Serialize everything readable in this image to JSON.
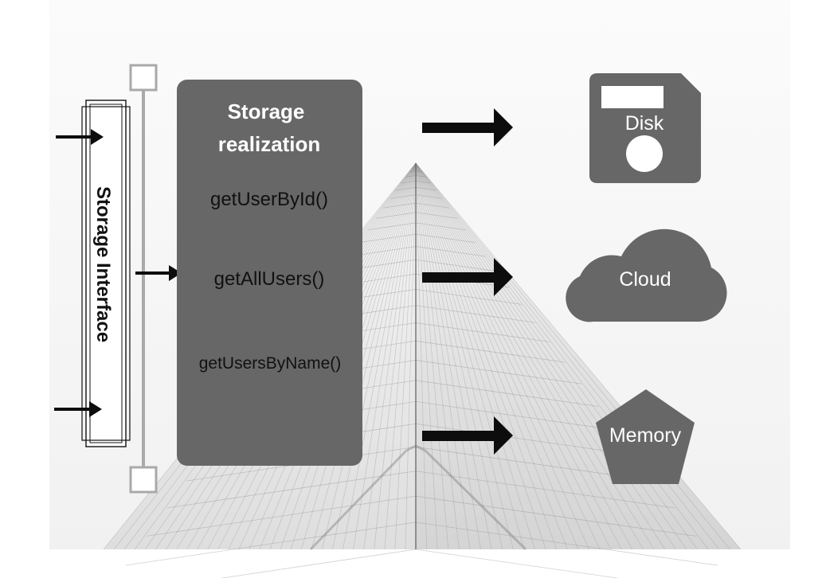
{
  "interface": {
    "label": "Storage Interface"
  },
  "realization": {
    "title_line1": "Storage",
    "title_line2": "realization",
    "methods": [
      "getUserById()",
      "getAllUsers()",
      "getUsersByName()"
    ]
  },
  "targets": {
    "disk": "Disk",
    "cloud": "Cloud",
    "memory": "Memory"
  },
  "colors": {
    "box_fill": "#676767",
    "rail": "#a9a9a9",
    "arrow": "#0d0d0d",
    "text_on_dark": "#ffffff",
    "text_dark": "#111111"
  }
}
